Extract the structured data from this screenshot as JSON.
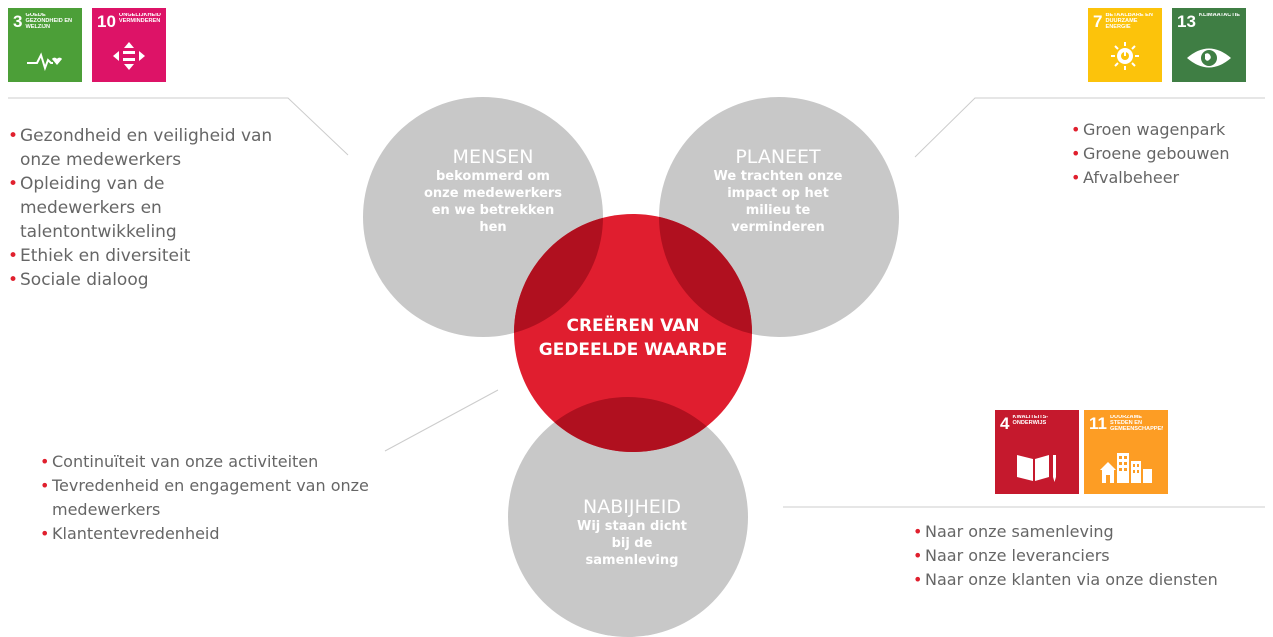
{
  "sdg": {
    "g3": {
      "number": "3",
      "label": "Goede gezondheid en welzijn",
      "color": "#4c9f38"
    },
    "g10": {
      "number": "10",
      "label": "Ongelijkheid verminderen",
      "color": "#dd1367"
    },
    "g7": {
      "number": "7",
      "label": "Betaalbare en duurzame energie",
      "color": "#fcc30b"
    },
    "g13": {
      "number": "13",
      "label": "Klimaatactie",
      "color": "#3f7e44"
    },
    "g4": {
      "number": "4",
      "label": "Kwaliteits-onderwijs",
      "color": "#c5192d"
    },
    "g11": {
      "number": "11",
      "label": "Duurzame steden en gemeenschappen",
      "color": "#fd9d24"
    }
  },
  "circles": {
    "mensen": {
      "title": "MENSEN",
      "subtitle": "bekommerd om onze medewerkers en we betrekken hen"
    },
    "planeet": {
      "title": "PLANEET",
      "subtitle": "We trachten onze impact op het milieu te verminderen"
    },
    "nabijheid": {
      "title": "NABIJHEID",
      "subtitle": "Wij staan dicht bij de samenleving"
    },
    "center": {
      "line1": "CREËREN VAN",
      "line2": "GEDEELDE WAARDE"
    }
  },
  "lists": {
    "mensen": [
      "Gezondheid en veiligheid van onze medewerkers",
      "Opleiding van de medewerkers en talentontwikkeling",
      "Ethiek en diversiteit",
      "Sociale dialoog"
    ],
    "planeet": [
      "Groen wagenpark",
      "Groene gebouwen",
      "Afvalbeheer"
    ],
    "continuiteit": [
      "Continuïteit van onze activiteiten",
      "Tevredenheid en engagement van onze medewerkers",
      "Klantentevredenheid"
    ],
    "nabijheid": [
      "Naar onze samenleving",
      "Naar onze leveranciers",
      "Naar onze klanten via onze diensten"
    ]
  },
  "colors": {
    "circle_gray": "#c8c8c8",
    "center_red": "#e01e2f",
    "overlap_red": "#b0101f",
    "text_gray": "#666666",
    "bullet_red": "#e0202e"
  }
}
